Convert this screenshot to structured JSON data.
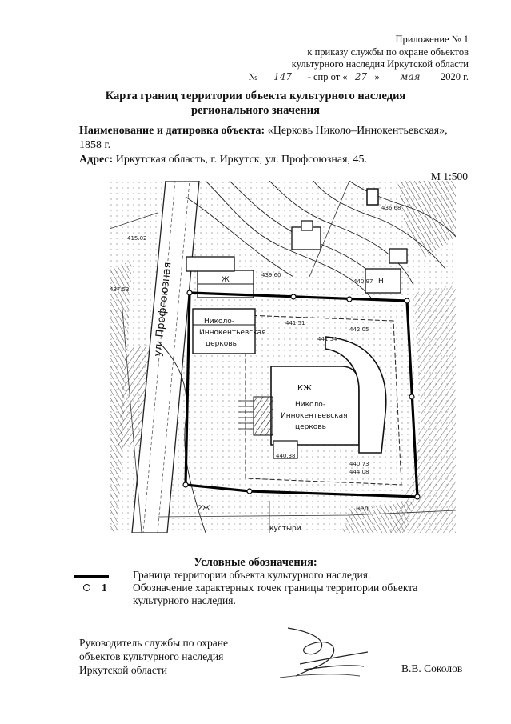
{
  "header": {
    "appendix_line1": "Приложение № 1",
    "appendix_line2": "к приказу службы по охране объектов",
    "appendix_line3": "культурного наследия Иркутской области",
    "order_no_prefix": "№",
    "order_no_value": "147",
    "order_mid": "- спр от «",
    "order_day": "27",
    "order_quote_close": "»",
    "order_month": "мая",
    "order_year": "2020 г."
  },
  "title": {
    "line1": "Карта границ территории объекта культурного наследия",
    "line2": "регионального значения"
  },
  "object": {
    "name_label": "Наименование и датировка объекта:",
    "name_value": "«Церковь Николо–Иннокентьевская»,",
    "name_value_cont": "1858 г.",
    "address_label": "Адрес:",
    "address_value": "Иркутская область, г. Иркутск, ул. Профсоюзная, 45."
  },
  "map": {
    "scale": "М 1:500",
    "labels": {
      "street": "ул. Профсоюзная",
      "church_top_1": "Николо-",
      "church_top_2": "Иннокентьевская",
      "church_top_3": "церковь",
      "church_main_1": "Николо-",
      "church_main_2": "Иннокентьевская",
      "church_main_3": "церковь",
      "kzh": "КЖ",
      "zh": "Ж",
      "n": "Н",
      "two_zh": "2Ж",
      "bushes": "кустыри",
      "nezh": "нед",
      "elev_1": "415.02",
      "elev_2": "437.53",
      "elev_3": "436.68",
      "elev_4": "440.97",
      "elev_5": "441.54",
      "elev_6": "442.05",
      "elev_7": "440.38",
      "elev_8": "439.60",
      "elev_9": "441.51",
      "elev_10": "440.73",
      "elev_11": "444.08"
    }
  },
  "legend": {
    "title": "Условные обозначения:",
    "item1": "Граница территории объекта культурного наследия.",
    "item2_marker": "1",
    "item2_line1": "Обозначение характерных точек границы территории объекта",
    "item2_line2": "культурного наследия."
  },
  "signature": {
    "position_line1": "Руководитель службы по охране",
    "position_line2": "объектов культурного наследия",
    "position_line3": "Иркутской области",
    "name": "В.В. Соколов"
  }
}
